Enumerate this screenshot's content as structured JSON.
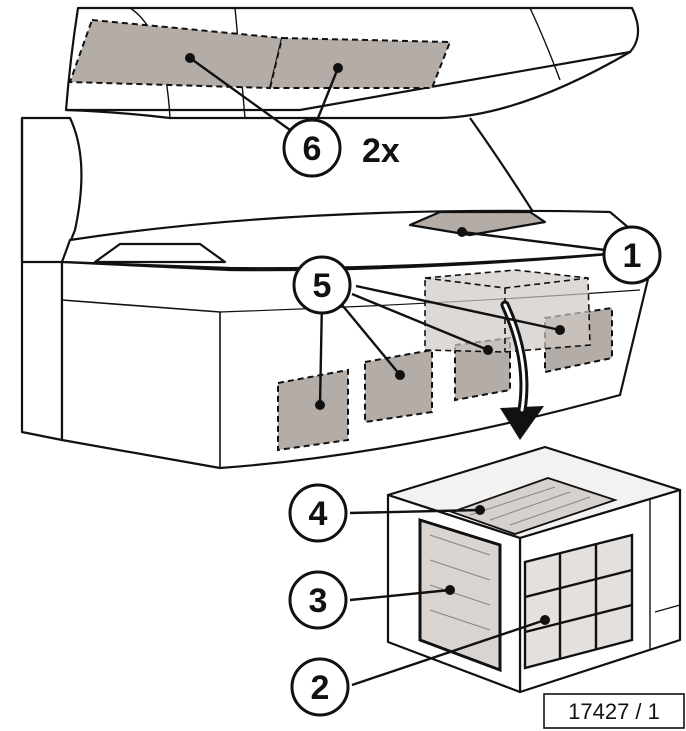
{
  "figure": {
    "reference_number": "17427 / 1",
    "multiplier_label": "2x",
    "colors": {
      "outline": "#111111",
      "panel_fill": "#b4aca6",
      "box_fill": "#cfc9c5",
      "mesh": "#8a8580",
      "background": "#ffffff"
    }
  },
  "callouts": [
    {
      "number": "1",
      "target": "top-vent-grille"
    },
    {
      "number": "2",
      "target": "front-filter-grid"
    },
    {
      "number": "3",
      "target": "side-filter-mesh"
    },
    {
      "number": "4",
      "target": "top-filter-mesh"
    },
    {
      "number": "5",
      "target": "bench-filter-panels"
    },
    {
      "number": "6",
      "target": "canopy-filter-panels"
    }
  ]
}
